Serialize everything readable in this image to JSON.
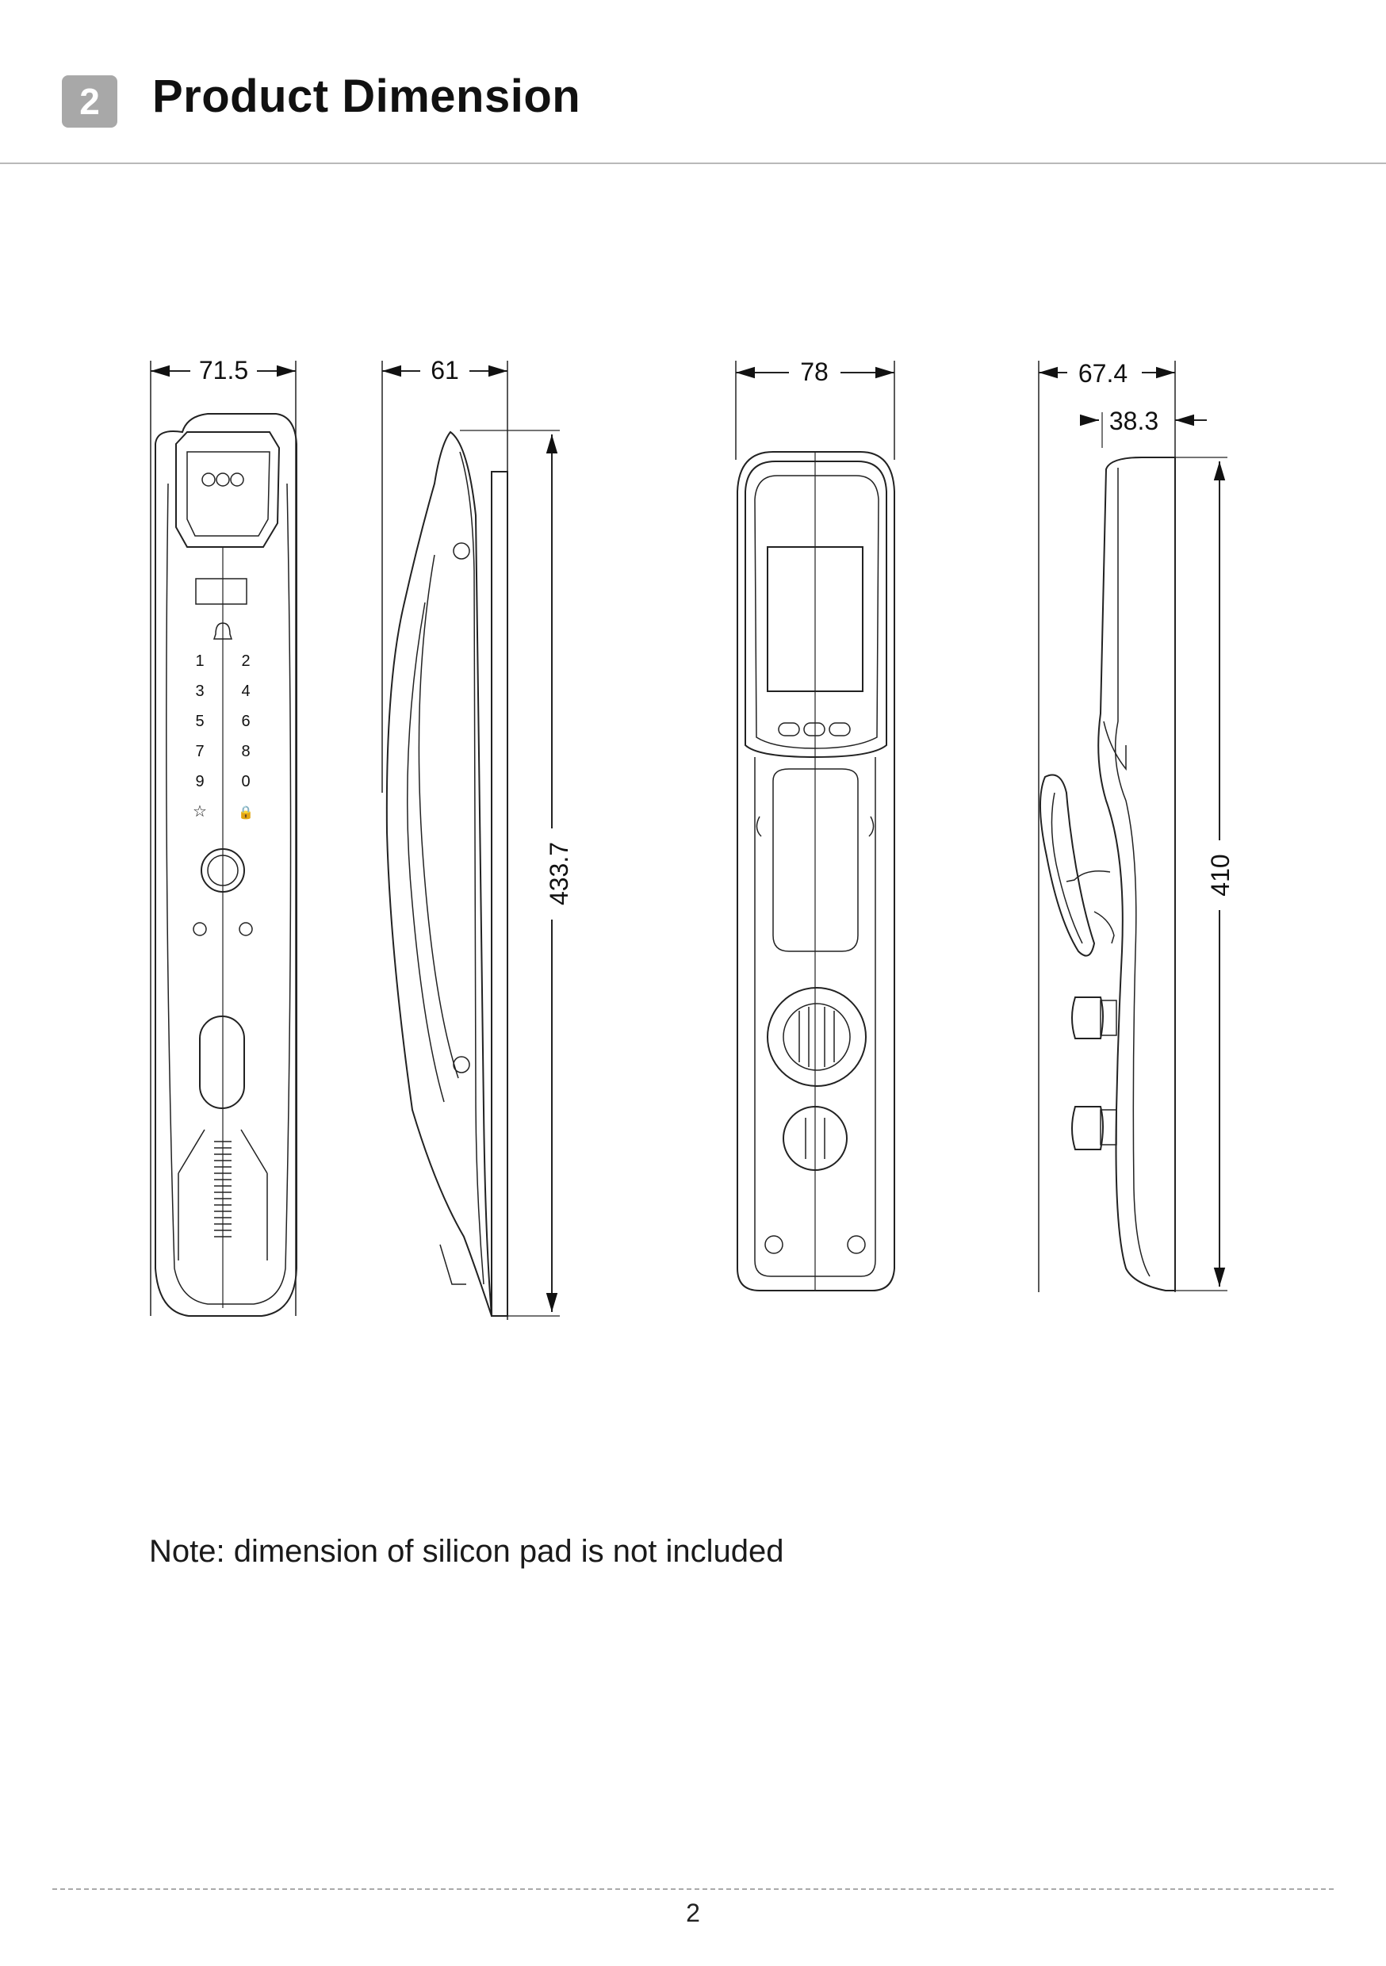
{
  "section": {
    "number": "2",
    "title": "Product  Dimension"
  },
  "dimensions": {
    "front_width": "71.5",
    "side_depth": "61",
    "side_height": "433.7",
    "back_width": "78",
    "inner_side_depth": "67.4",
    "inner_side_panel": "38.3",
    "inner_side_height": "410"
  },
  "keypad": {
    "left": [
      "1",
      "3",
      "5",
      "7",
      "9",
      "☆"
    ],
    "right": [
      "2",
      "4",
      "6",
      "8",
      "0",
      "🔒"
    ]
  },
  "note": "Note: dimension of silicon pad is not included",
  "page_number": "2"
}
